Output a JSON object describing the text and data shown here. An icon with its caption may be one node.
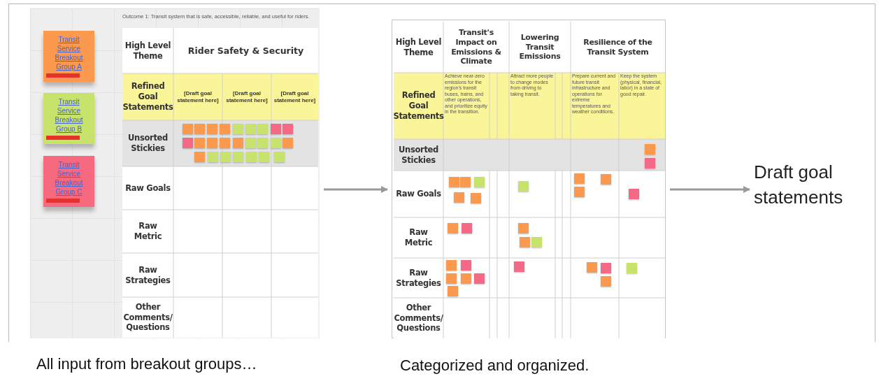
{
  "diagram": {
    "nodes": [
      {
        "text": [
          "Outcome 1: Transit system that is safe, accessible, reliable, and useful for riders."
        ]
      },
      {
        "text": [
          "Transit Service Breakout Group A"
        ],
        "in": 0
      },
      {
        "text": [
          "Transit Service Breakout Group B"
        ],
        "in": 0
      },
      {
        "text": [
          "Transit Service Breakout Group C"
        ],
        "in": 0
      },
      {
        "text": [],
        "shape": "box"
      },
      {
        "text": [
          "Draft goal statements"
        ]
      }
    ],
    "edges": [
      {
        "from": 0,
        "to": 4,
        "arrow": "to"
      },
      {
        "from": 4,
        "to": 5,
        "arrow": "to"
      }
    ],
    "labels": [
      "High Level Theme",
      "Rider Safety & Security",
      "Refined Goal Statements",
      "[Draft goal statement here]",
      "[Draft goal statement here]",
      "[Draft goal statement here]",
      "Unsorted Stickies",
      "Raw Goals",
      "Raw Metric",
      "Raw Strategies",
      "Other Comments/ Questions",
      "High Level Theme",
      "Transit's Impact on Emissions & Climate",
      "Lowering Transit Emissions",
      "Resilience of the Transit System",
      "Refined Goal Statements",
      "Achieve near-zero emissions for the region's transit buses, trains, and other operations, and prioritize equity in the transition.",
      "Attract more people to change modes from driving to taking transit.",
      "Prepare current and future transit infrastructure and operations for extreme temperatures and weather conditions.",
      "Keep the system (physical, financial, labor) in a state of good repair.",
      "Unsorted Stickies",
      "Raw Goals",
      "Raw Metric",
      "Raw Strategies",
      "Other Comments/ Questions",
      "All input from breakout groups…",
      "Categorized and organized."
    ]
  }
}
